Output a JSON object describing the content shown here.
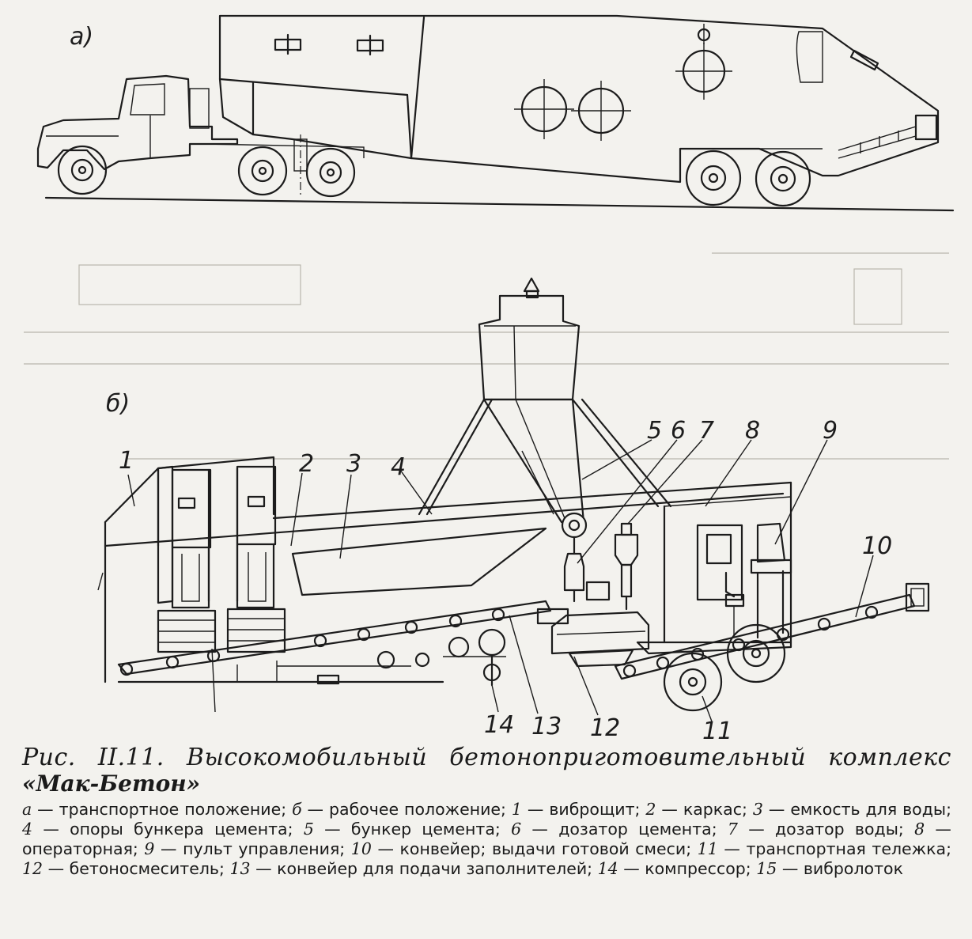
{
  "figure": {
    "panel_a": "а)",
    "panel_b": "б)",
    "callouts": [
      "1",
      "2",
      "3",
      "4",
      "5",
      "6",
      "7",
      "8",
      "9",
      "10",
      "11",
      "12",
      "13",
      "14"
    ]
  },
  "caption": {
    "title_line1": "Рис. II.11. Высокомобильный бетоноприготовительный комплекс",
    "title_line2": "«Мак-Бетон»",
    "legend": [
      {
        "key": "а",
        "text": "транспортное положение;"
      },
      {
        "key": "б",
        "text": "рабочее положение;"
      },
      {
        "key": "1",
        "text": "виброщит;"
      },
      {
        "key": "2",
        "text": "каркас;"
      },
      {
        "key": "3",
        "text": "емкость для воды;"
      },
      {
        "key": "4",
        "text": "опоры бункера цемента;"
      },
      {
        "key": "5",
        "text": "бункер цемента;"
      },
      {
        "key": "6",
        "text": "дозатор цемента;"
      },
      {
        "key": "7",
        "text": "дозатор воды;"
      },
      {
        "key": "8",
        "text": "операторная;"
      },
      {
        "key": "9",
        "text": "пульт управления;"
      },
      {
        "key": "10",
        "text": "конвейер; выдачи готовой смеси;"
      },
      {
        "key": "11",
        "text": "транспортная тележка;"
      },
      {
        "key": "12",
        "text": "бетоносмеситель;"
      },
      {
        "key": "13",
        "text": "конвейер для подачи заполнителей;"
      },
      {
        "key": "14",
        "text": "компрессор;"
      },
      {
        "key": "15",
        "text": "вибролоток"
      }
    ]
  }
}
